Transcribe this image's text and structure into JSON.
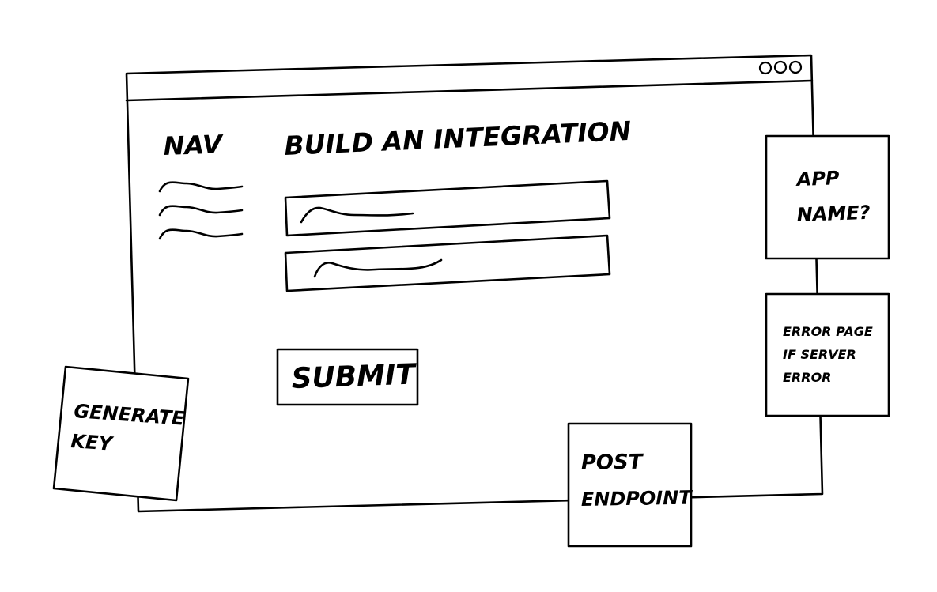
{
  "screen": {
    "nav_label": "Nav",
    "title": "Build an integration",
    "submit_label": "Submit",
    "window_controls": [
      "circle-icon",
      "circle-icon",
      "circle-icon"
    ]
  },
  "notes": {
    "app_name": [
      "App",
      "name?"
    ],
    "error_page": [
      "Error page",
      "if server",
      "error"
    ],
    "generate_key": [
      "Generate",
      "key"
    ],
    "post_endpoint": [
      "post",
      "Endpoint"
    ]
  },
  "colors": {
    "ink": "#000000",
    "paper": "#ffffff"
  }
}
